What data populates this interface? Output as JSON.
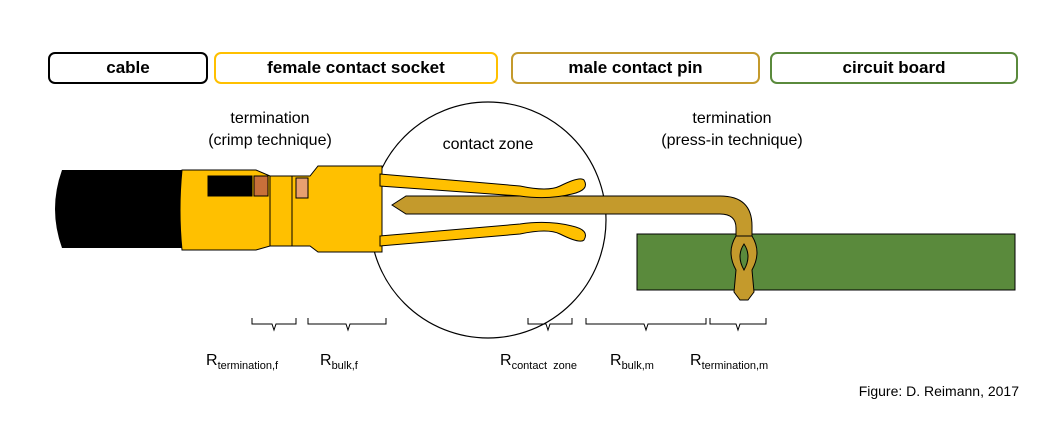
{
  "boxes": [
    {
      "label": "cable",
      "color": "#000000"
    },
    {
      "label": "female contact socket",
      "color": "#FFC000"
    },
    {
      "label": "male contact pin",
      "color": "#C49A2C"
    },
    {
      "label": "circuit board",
      "color": "#5A8A3C"
    }
  ],
  "labels": {
    "termination_left_1": "termination",
    "termination_left_2": "(crimp technique)",
    "contact_zone": "contact zone",
    "termination_right_1": "termination",
    "termination_right_2": "(press-in technique)"
  },
  "resistances": [
    {
      "base": "R",
      "sub": "termination,f"
    },
    {
      "base": "R",
      "sub": "bulk,f"
    },
    {
      "base": "R",
      "sub": "contact  zone"
    },
    {
      "base": "R",
      "sub": "bulk,m"
    },
    {
      "base": "R",
      "sub": "termination,m"
    }
  ],
  "credit": "Figure: D. Reimann, 2017",
  "colors": {
    "cable": "#000000",
    "socket": "#FFC000",
    "pin": "#C49A2C",
    "board": "#5A8A3C",
    "copper": "#C8703A"
  }
}
